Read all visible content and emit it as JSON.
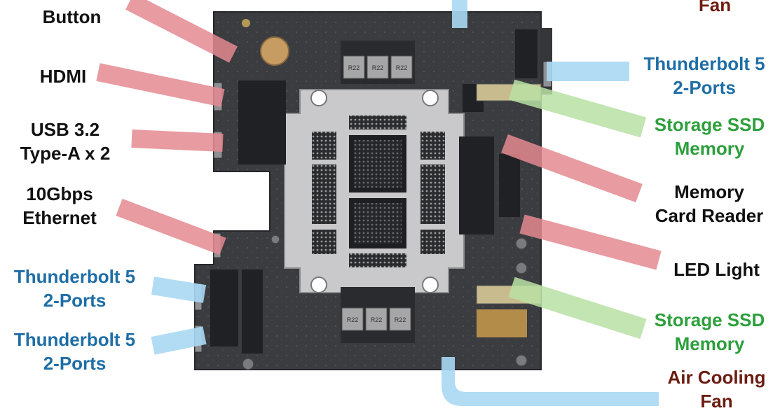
{
  "colors": {
    "red_pointer": "#e48a90",
    "blue_pointer": "#a9d8f3",
    "green_pointer": "#b9e0a5",
    "board": "#3a3c40",
    "heatsink": "#c9c9cb",
    "label_black": "#111111",
    "label_blue": "#1f6ea6",
    "label_green": "#2d9f3c",
    "label_darkred": "#6b1c10"
  },
  "labels": {
    "button": {
      "text": "Button"
    },
    "hdmi": {
      "text": "HDMI"
    },
    "usb": {
      "line1": "USB 3.2",
      "line2": "Type-A x 2"
    },
    "ethernet": {
      "line1": "10Gbps",
      "line2": "Ethernet"
    },
    "tb_left_1": {
      "line1": "Thunderbolt 5",
      "line2": "2-Ports"
    },
    "tb_left_2": {
      "line1": "Thunderbolt 5",
      "line2": "2-Ports"
    },
    "fan_top": {
      "text": "Fan"
    },
    "tb_right": {
      "line1": "Thunderbolt 5",
      "line2": "2-Ports"
    },
    "ssd_top": {
      "line1": "Storage SSD",
      "line2": "Memory"
    },
    "card_reader": {
      "line1": "Memory",
      "line2": "Card Reader"
    },
    "led": {
      "text": "LED Light"
    },
    "ssd_bottom": {
      "line1": "Storage SSD",
      "line2": "Memory"
    },
    "fan_bottom": {
      "line1": "Air Cooling",
      "line2": "Fan"
    }
  },
  "inductor_marking": "R22"
}
